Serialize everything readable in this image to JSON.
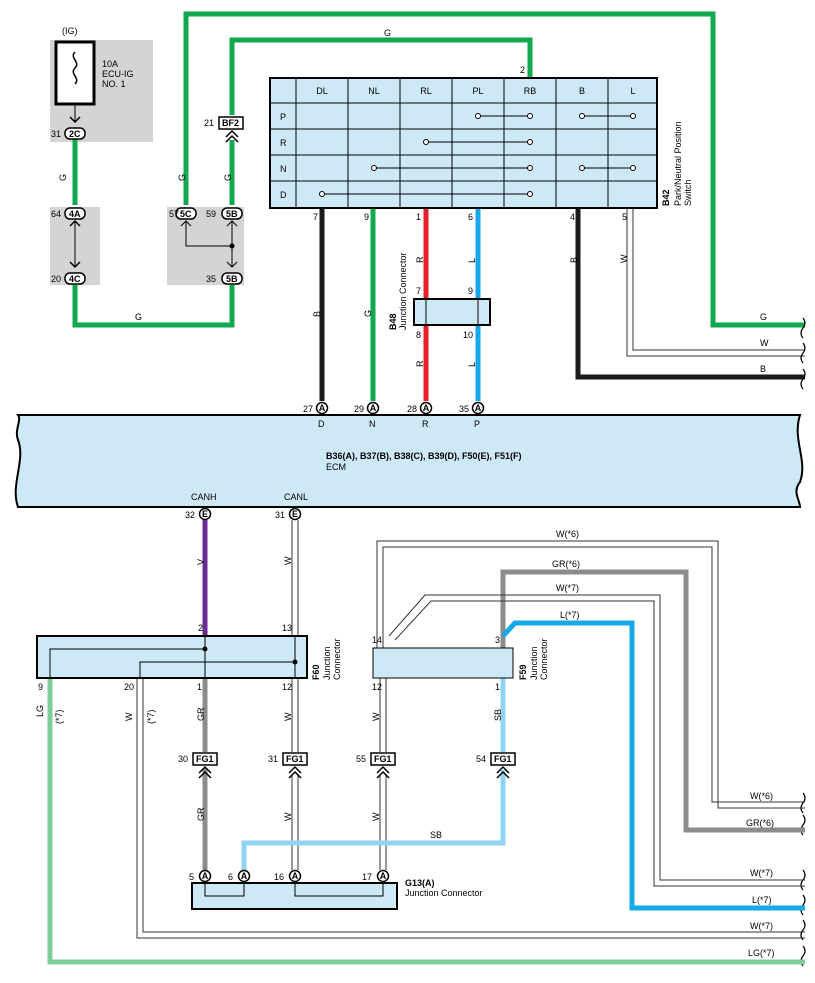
{
  "fuse": {
    "supply": "(IG)",
    "rating": "10A",
    "name_line1": "ECU-IG",
    "name_line2": "NO. 1"
  },
  "switch": {
    "code": "B42",
    "name_line1": "Park/Neutral Position",
    "name_line2": "Switch",
    "columns": [
      "DL",
      "NL",
      "RL",
      "PL",
      "RB",
      "B",
      "L"
    ],
    "rows": [
      "P",
      "R",
      "N",
      "D"
    ],
    "top_pin": "2",
    "bottom_pins": [
      "7",
      "9",
      "1",
      "6",
      "4",
      "5"
    ]
  },
  "junction_b48": {
    "code": "B48",
    "name": "Junction Connector",
    "pins": [
      "7",
      "9",
      "8",
      "10"
    ]
  },
  "ecm": {
    "codes": "B36(A), B37(B), B38(C), B39(D), F50(E), F51(F)",
    "name": "ECM",
    "top_pins": [
      {
        "num": "27",
        "conn": "A",
        "label": "D"
      },
      {
        "num": "29",
        "conn": "A",
        "label": "N"
      },
      {
        "num": "28",
        "conn": "A",
        "label": "R"
      },
      {
        "num": "35",
        "conn": "A",
        "label": "P"
      }
    ],
    "bottom_pins": [
      {
        "num": "32",
        "conn": "E",
        "label": "CANH"
      },
      {
        "num": "31",
        "conn": "E",
        "label": "CANL"
      }
    ]
  },
  "junction_f60": {
    "code": "F60",
    "name_line1": "Junction",
    "name_line2": "Connector",
    "pins": [
      "2",
      "13",
      "9",
      "20",
      "1",
      "12"
    ]
  },
  "junction_f59": {
    "code": "F59",
    "name_line1": "Junction",
    "name_line2": "Connector",
    "pins": [
      "14",
      "3",
      "12",
      "1"
    ]
  },
  "junction_g13": {
    "code": "G13(A)",
    "name": "Junction Connector",
    "pins": [
      "5",
      "6",
      "16",
      "17"
    ],
    "conn": "A"
  },
  "connectors": {
    "c2c": {
      "pin": "31",
      "label": "2C"
    },
    "c4a": {
      "pin": "64",
      "label": "4A"
    },
    "c4c": {
      "pin": "20",
      "label": "4C"
    },
    "c5c": {
      "pin": "57",
      "label": "5C"
    },
    "c5b_top": {
      "pin": "59",
      "label": "5B"
    },
    "c5b_bot": {
      "pin": "35",
      "label": "5B"
    },
    "bf2": {
      "pin": "21",
      "label": "BF2"
    },
    "fg1": [
      {
        "pin": "30",
        "label": "FG1"
      },
      {
        "pin": "31",
        "label": "FG1"
      },
      {
        "pin": "55",
        "label": "FG1"
      },
      {
        "pin": "54",
        "label": "FG1"
      }
    ]
  },
  "wires": {
    "g": "G",
    "b": "B",
    "r": "R",
    "l": "L",
    "w": "W",
    "v": "V",
    "gr": "GR",
    "sb": "SB",
    "lg": "LG",
    "note7": "(*7)",
    "w6": "W(*6)",
    "gr6": "GR(*6)",
    "w7": "W(*7)",
    "l7": "L(*7)",
    "lg7": "LG(*7)"
  },
  "colors": {
    "green": "#12a84e",
    "black": "#1a1a1a",
    "red": "#e8212a",
    "blue": "#16a8e8",
    "light_blue": "#8fd3f5",
    "purple": "#6b2a8f",
    "gray": "#8c8c8c",
    "light_green": "#7dcc9a",
    "component_fill": "#cde9f6",
    "shade": "#d4d4d4"
  }
}
